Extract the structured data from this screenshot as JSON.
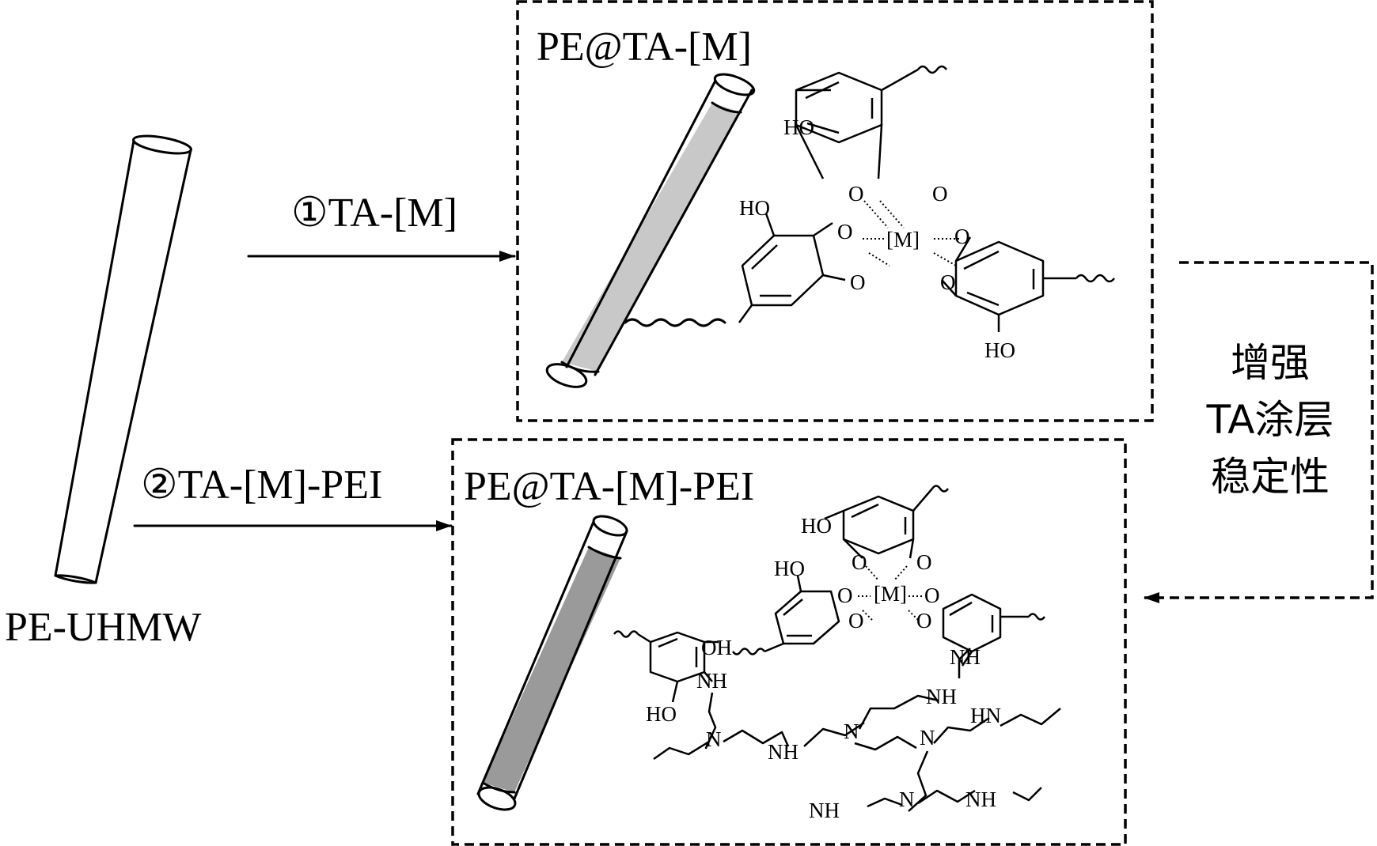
{
  "raw_fiber": {
    "label": "PE-UHMW"
  },
  "route_1": {
    "label": "①TA-[M]"
  },
  "route_2": {
    "label": "②TA-[M]-PEI"
  },
  "product_1": {
    "title": "PE@TA-[M]",
    "center": "[M]",
    "atoms": [
      "HO",
      "O",
      "O",
      "HO",
      "O",
      "O",
      "O",
      "O",
      "HO"
    ]
  },
  "product_2": {
    "title": "PE@TA-[M]-PEI",
    "center": "[M]",
    "atoms": [
      "HO",
      "O",
      "O",
      "HO",
      "O",
      "O",
      "O",
      "O",
      "OH",
      "NH",
      "HO",
      "NH",
      "N",
      "NH",
      "NH",
      "N",
      "HN",
      "N",
      "NH",
      "N",
      "NH"
    ]
  },
  "feedback": {
    "lines": [
      "增强",
      "TA涂层",
      "稳定性"
    ]
  },
  "colors": {
    "coating_light": "#c8c8c8",
    "coating_dark": "#9a9a9a",
    "line": "#000000"
  }
}
